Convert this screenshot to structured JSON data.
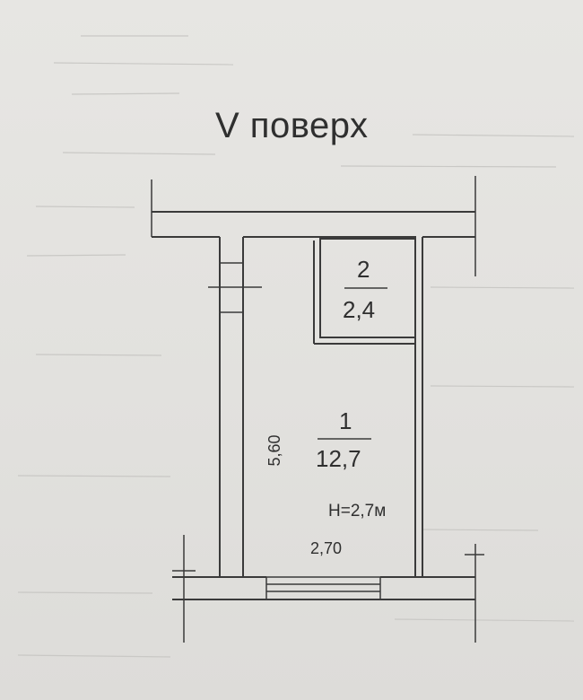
{
  "plan": {
    "floor_title": "V поверх",
    "rooms": [
      {
        "number": "1",
        "area": "12,7"
      },
      {
        "number": "2",
        "area": "2,4"
      }
    ],
    "ceiling_height": "Н=2,7м",
    "dimensions": {
      "length": "5,60",
      "width": "2,70"
    }
  }
}
